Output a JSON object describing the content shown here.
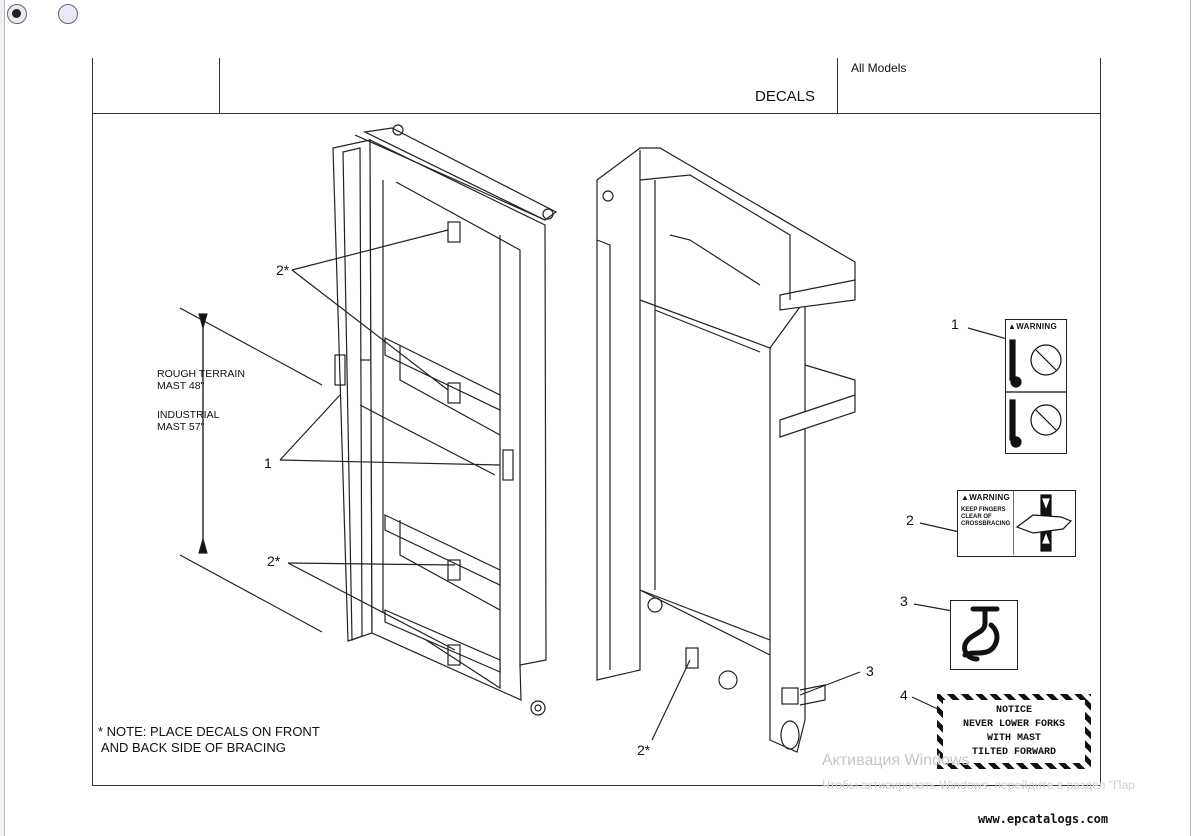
{
  "viewer": {
    "radio_1": "selected",
    "radio_2": "unselected"
  },
  "header": {
    "models": "All Models",
    "title": "DECALS"
  },
  "diagram": {
    "dimension": {
      "line1": "ROUGH TERRAIN",
      "line2": "MAST 48\"",
      "line3": "INDUSTRIAL",
      "line4": "MAST 57\""
    },
    "callouts": {
      "c2star_top": "2*",
      "c1_left": "1",
      "c2star_mid": "2*",
      "c2star_bottom": "2*",
      "c3_right": "3",
      "legend_1": "1",
      "legend_2": "2",
      "legend_3": "3",
      "legend_4": "4"
    },
    "note": "* NOTE: PLACE DECALS ON FRONT\n AND BACK SIDE OF BRACING"
  },
  "decals": {
    "decal_1": {
      "header": "▲WARNING"
    },
    "decal_2": {
      "header": "▲WARNING",
      "text_line1": "KEEP FINGERS",
      "text_line2": "CLEAR OF",
      "text_line3": "CROSSBRACING"
    },
    "decal_4": {
      "line1": "NOTICE",
      "line2": "NEVER LOWER FORKS",
      "line3": "WITH MAST",
      "line4": "TILTED FORWARD"
    }
  },
  "watermark": {
    "line1": "Активация Windows",
    "line2": "Чтобы активировать Windows, перейдите в раздел \"Пар"
  },
  "footer": {
    "site": "www.epcatalogs.com"
  }
}
